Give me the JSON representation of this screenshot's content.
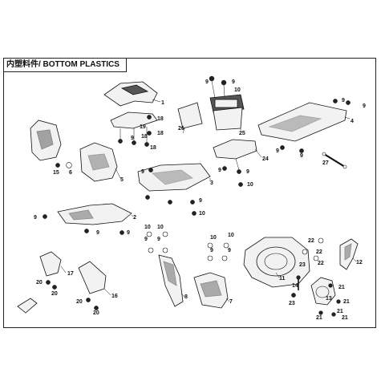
{
  "diagram": {
    "title": "内塑料件/ BOTTOM PLASTICS",
    "colors": {
      "line": "#111111",
      "background": "#ffffff",
      "part_fill": "#f2f2f2",
      "dark_fill": "#555555"
    },
    "callouts": {
      "c1": "1",
      "c2": "2",
      "c3": "3",
      "c4": "4",
      "c5": "5",
      "c6": "6",
      "c7": "7",
      "c8": "8",
      "c9": "9",
      "c10": "10",
      "c11": "11",
      "c12": "12",
      "c13": "13",
      "c14": "14",
      "c15": "15",
      "c16": "16",
      "c17": "17",
      "c18": "18",
      "c19": "19",
      "c20": "20",
      "c21": "21",
      "c22": "22",
      "c23": "23",
      "c24": "24",
      "c25": "25",
      "c26": "26",
      "c27": "27"
    }
  }
}
